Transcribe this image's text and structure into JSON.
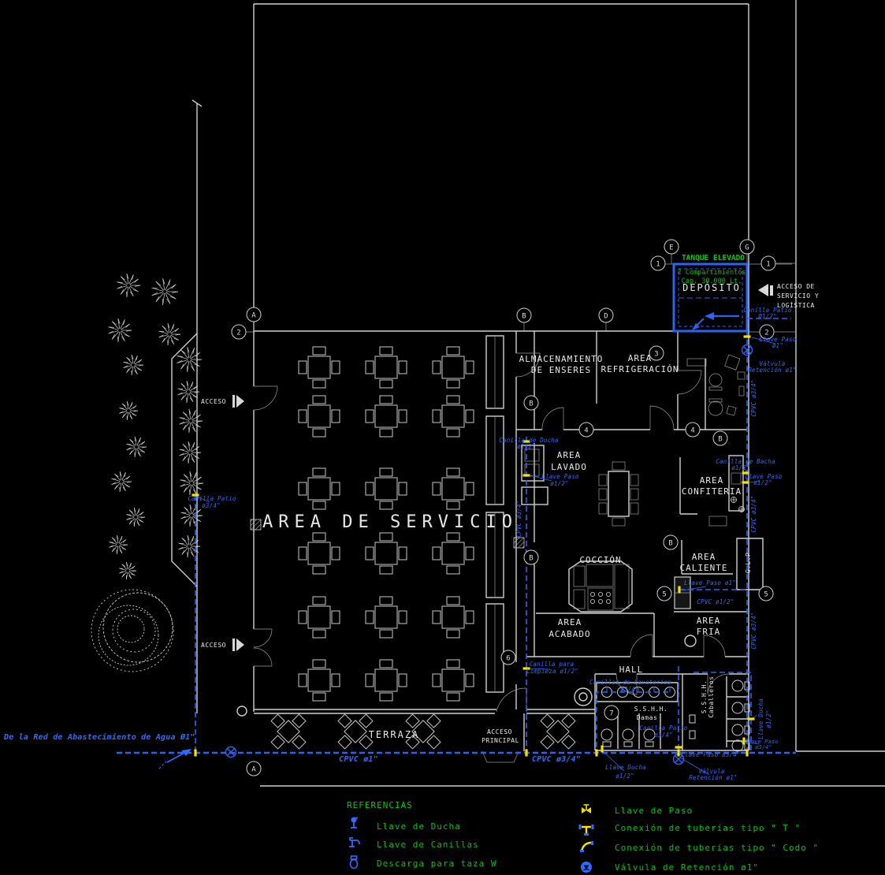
{
  "colors": {
    "background": "#000000",
    "wall_line": "#cfcfcf",
    "pipe_blue": "#2c63f2",
    "label_blue": "#2f6bff",
    "green": "#00c400",
    "yellow": "#f2e400",
    "text_white": "#e8e8e8"
  },
  "rooms": {
    "area_servicio": "AREA DE SERVICIO",
    "almacenamiento_l1": "ALMACENAMIENTO",
    "almacenamiento_l2": "DE ENSERES",
    "refrigeracion_l1": "AREA",
    "refrigeracion_l2": "REFRIGERACIÓN",
    "lavado_l1": "AREA",
    "lavado_l2": "LAVADO",
    "confiteria_l1": "AREA",
    "confiteria_l2": "CONFITERIA",
    "coccion": "COCCIÓN",
    "caliente_l1": "AREA",
    "caliente_l2": "CALIENTE",
    "glp": "G.L.P",
    "acabado_l1": "AREA",
    "acabado_l2": "ACABADO",
    "fria_l1": "AREA",
    "fria_l2": "FRIA",
    "hall": "HALL",
    "terraza": "TERRAZA",
    "acceso_principal_l1": "ACCESO",
    "acceso_principal_l2": "PRINCIPAL",
    "acceso_upper": "ACCESO",
    "acceso_lower": "ACCESO",
    "deposito": "DEPÓSITO",
    "acceso_servicio_l1": "ACCESO DE",
    "acceso_servicio_l2": "SERVICIO Y",
    "acceso_servicio_l3": "LOGÍSTICA",
    "sshh_damas_l1": "S.S.H.H.",
    "sshh_damas_l2": "Damas",
    "sshh_caballeros_l1": "S.S.H.H.",
    "sshh_caballeros_l2": "Caballeros"
  },
  "tank": {
    "title": "TANQUE ELEVADO",
    "line1": "2 Compartimientos",
    "line2": "Cap. 30.000 Lt."
  },
  "plumbing": {
    "source": "De la Red de Abastecimiento de Agua Ø1\"",
    "canilla_patio_tank_l1": "Canilla Patio",
    "canilla_patio_tank_l2": "Ø1/2\"",
    "llave_paso_tank_l1": "Llave Paso",
    "llave_paso_tank_l2": "ø1\"",
    "valvula_tank_l1": "Válvula",
    "valvula_tank_l2": "Retención ø1\"",
    "cpvc34_right_upper": "CPVC ø3/4\"",
    "canilla_ducha_l1": "Canilla de Ducha",
    "canilla_ducha_l2": "ø1/2\"",
    "llave_paso_lavado_l1": "Llave Paso",
    "llave_paso_lavado_l2": "ø1/2\"",
    "canilla_bacha_l1": "Canilla de Bacha",
    "canilla_bacha_l2": "ø1/2\"",
    "llave_paso_conf_l1": "Llave Paso",
    "llave_paso_conf_l2": "ø1/2\"",
    "cpvc34_right_mid": "CPVC ø3/4\"",
    "llave_paso_caliente": "Llave Paso ø1\"",
    "cpvc12": "CPVC ø1/2\"",
    "canilla_limpieza_l1": "Canilla para",
    "canilla_limpieza_l2": "Limpieza ø1/2\"",
    "canillas_lavatorios_l1": "Canillas de Lavatorios",
    "canillas_lavatorios_l2": "ø3/4\"",
    "canilla_patio_bath_l1": "Canilla Patio",
    "canilla_patio_bath_l2": "ø3/4\"",
    "llave_ducha_l1": "Llave Ducha",
    "llave_ducha_l2": "ø1/2\"",
    "llave_paso_bath": "Llave Paso ø3/4\"",
    "valvula_bath_l1": "Válvula",
    "valvula_bath_l2": "Retención ø1\"",
    "llave_ducha_v_l1": "Llave Ducha",
    "llave_ducha_v_l2": "ø1/2\"",
    "llave_paso_right_l1": "Llave Paso",
    "llave_paso_right_l2": "ø3/4\"",
    "cpvc1": "CPVC ø1\"",
    "cpvc34_bottom": "CPVC ø3/4\"",
    "cpvc34_corridor": "CPVC ø3/4\"",
    "cpvc34_right_lower": "CPVC ø3/4\"",
    "canilla_patio_left_l1": "Canilla Patio",
    "canilla_patio_left_l2": "ø3/4\""
  },
  "legend": {
    "title": "REFERENCIAS",
    "items": [
      {
        "label": "Llave de Ducha"
      },
      {
        "label": "Llave de Canillas"
      },
      {
        "label": "Descarga para taza W"
      },
      {
        "label": "Llave de Paso"
      },
      {
        "label": "Conexión de tuberías tipo \" T \""
      },
      {
        "label": "Conexión de tuberías tipo \" Codo \""
      },
      {
        "label": "Válvula de Retención ø1\""
      }
    ]
  },
  "grid": {
    "bubbles": [
      "A",
      "B",
      "D",
      "E",
      "G",
      "1",
      "1",
      "2",
      "2",
      "3",
      "4",
      "4",
      "5",
      "5",
      "6",
      "7",
      "B",
      "B",
      "B",
      "B",
      "A"
    ]
  }
}
